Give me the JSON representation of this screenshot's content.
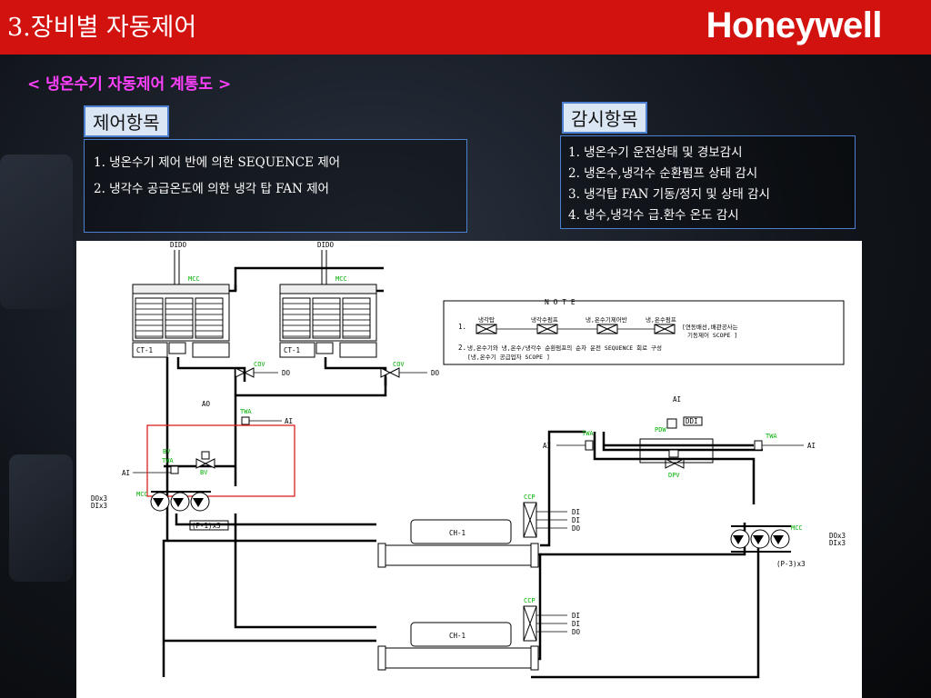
{
  "header": {
    "title": "3.장비별 자동제어",
    "logo": "Honeywell"
  },
  "subtitle": "< 냉온수기 자동제어 계통도 >",
  "control": {
    "heading": "제어항목",
    "items": [
      "1. 냉온수기 제어 반에 의한 SEQUENCE 제어",
      "2. 냉각수 공급온도에 의한 냉각 탑 FAN 제어"
    ]
  },
  "monitor": {
    "heading": "감시항목",
    "items": [
      "1. 냉온수기 운전상태 및 경보감시",
      "2. 냉온수,냉각수 순환펌프 상태 감시",
      "3. 냉각탑 FAN 기동/정지 및 상태 감시",
      "4. 냉수,냉각수 급.환수 온도 감시"
    ]
  },
  "diagram": {
    "ct1_a": "CT-1",
    "ct1_b": "CT-1",
    "dido": "DIDO",
    "mcc": "MCC",
    "cov": "COV",
    "do": "DO",
    "ai": "AI",
    "ao": "AO",
    "twa": "TWA",
    "bv": "BV",
    "pdw": "PDW",
    "ddi": "DDI",
    "dpv": "DPV",
    "ccp": "CCP",
    "di": "DI",
    "ch1": "CH-1",
    "do3": "DOx3",
    "di3": "DIx3",
    "p1": "(P-1)x3",
    "p3": "(P-3)x3",
    "note": {
      "title": "N O T E",
      "num1": "1.",
      "num2": "2.",
      "leg1": "냉각탑",
      "leg2": "냉각수펌프",
      "leg3": "냉,온수기제어반",
      "leg4": "냉,온수펌프",
      "scope1a": "[연동배선,배관공사는",
      "scope1b": "기동제어 SCOPE ]",
      "line2": "냉,온수기와 냉,온수/냉각수 순환펌프의 순차 운전 SEQUENCE 회로 구성",
      "line2b": "[냉,온수기 공급업자 SCOPE ]"
    }
  }
}
